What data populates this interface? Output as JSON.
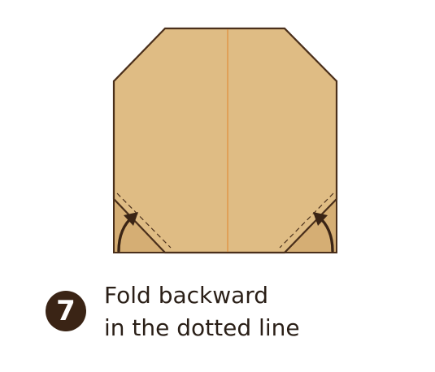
{
  "step": {
    "number": "7",
    "badge_color": "#3a2415"
  },
  "instruction": {
    "line1": "Fold backward",
    "line2": "in the dotted line"
  },
  "colors": {
    "paper": "#dfbc84",
    "paper_dark": "#d5ae74",
    "outline": "#4a2f1b",
    "crease": "#e0964a",
    "arrow": "#3a2415"
  }
}
